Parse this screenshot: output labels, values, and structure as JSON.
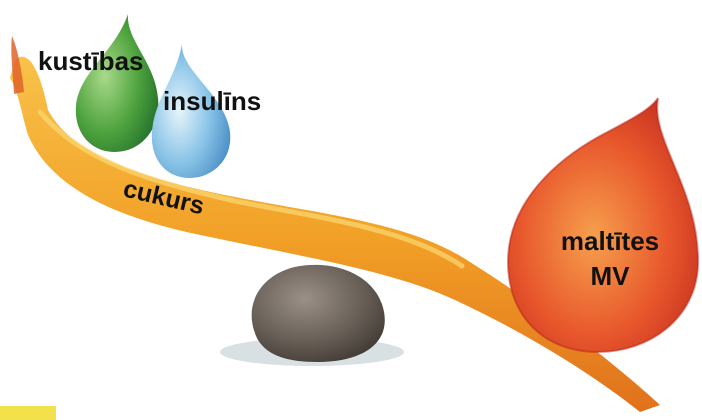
{
  "labels": {
    "movement": "kustības",
    "insulin": "insulīns",
    "sugar": "cukurs",
    "meal_line1": "maltītes",
    "meal_line2": "MV"
  },
  "colors": {
    "green_drop": "#3f9a3a",
    "blue_drop": "#6fb3df",
    "red_drop": "#e0462a",
    "beam": "#f2a127",
    "stone": "#6b6259",
    "corner_mark": "#f2e14a"
  }
}
